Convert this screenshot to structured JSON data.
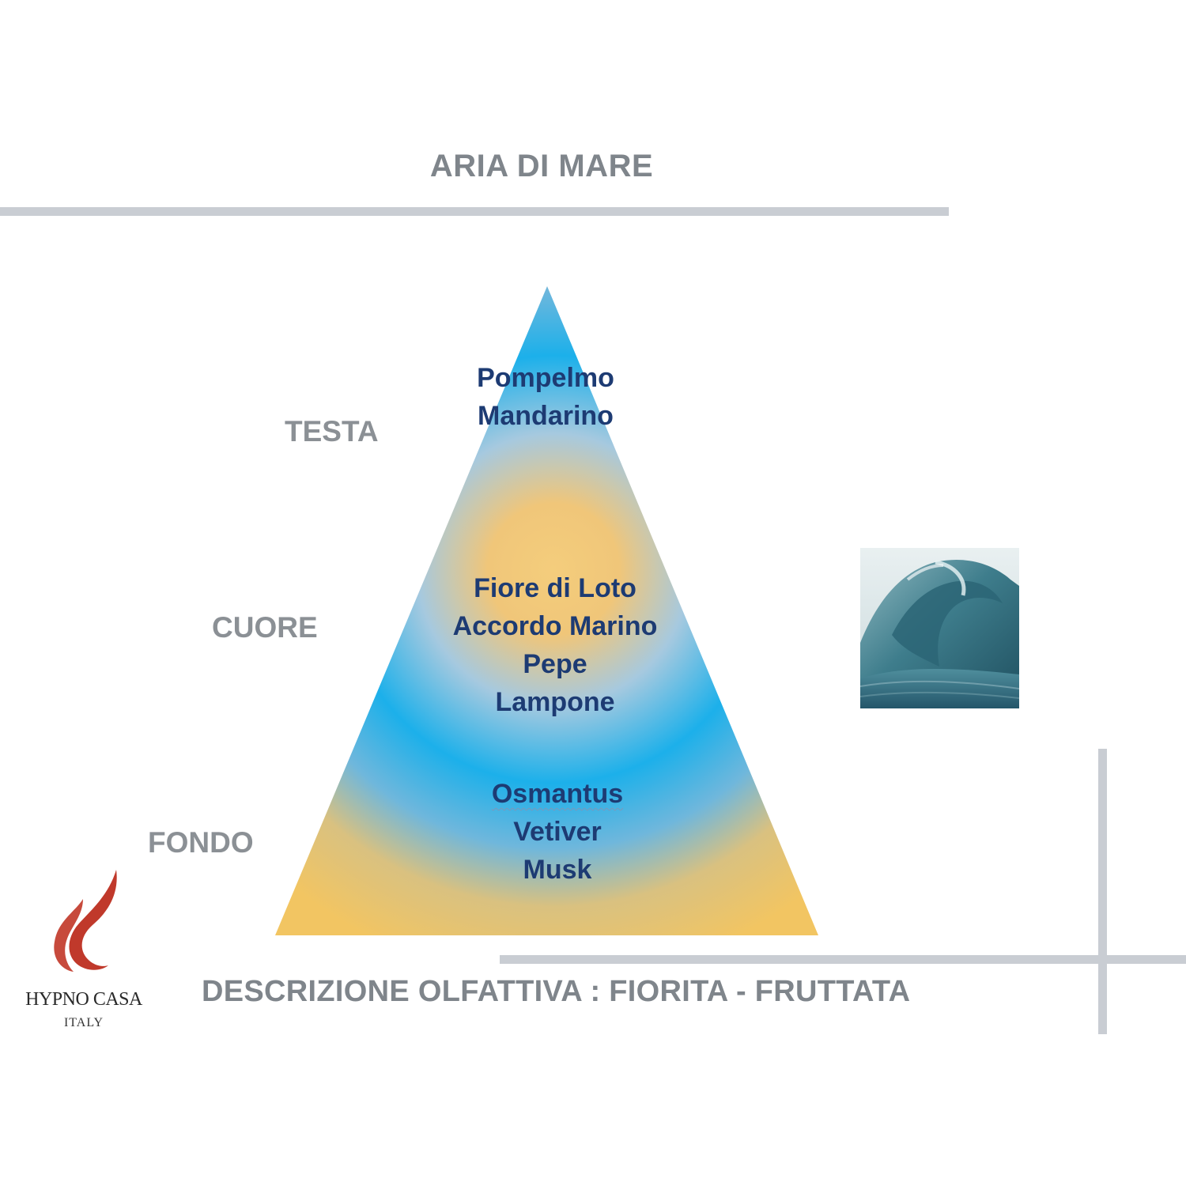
{
  "title": "ARIA DI MARE",
  "tiers": {
    "top": {
      "label": "TESTA",
      "notes": [
        "Pompelmo",
        "Mandarino"
      ]
    },
    "heart": {
      "label": "CUORE",
      "notes": [
        "Fiore di Loto",
        "Accordo Marino",
        "Pepe",
        "Lampone"
      ]
    },
    "base": {
      "label": "FONDO",
      "notes": [
        "Osmantus",
        "Vetiver",
        "Musk"
      ]
    }
  },
  "description": "DESCRIZIONE OLFATTIVA :  FIORITA - FRUTTATA",
  "image": {
    "icon": "ocean-wave-photo"
  },
  "logo": {
    "name": "HYPNO CASA",
    "sub": "ITALY",
    "icon": "flame-logo-icon"
  },
  "colors": {
    "title_gray": "#7f858b",
    "rule_gray": "#c9cdd3",
    "note_text": "#1d3b73",
    "pyramid_blue": "#1faee8",
    "pyramid_amber": "#f2c56a",
    "logo_red": "#c0392b"
  }
}
